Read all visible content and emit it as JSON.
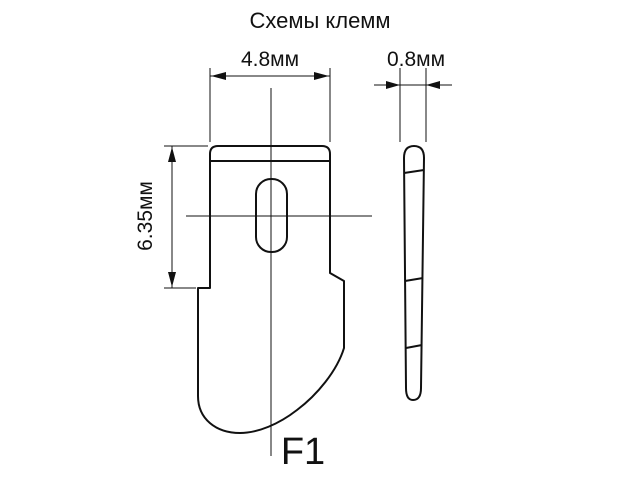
{
  "title": "Схемы клемм",
  "diagram": {
    "part_label": "F1",
    "dimensions": {
      "width": "4.8мм",
      "thickness": "0.8мм",
      "height": "6.35мм"
    }
  }
}
